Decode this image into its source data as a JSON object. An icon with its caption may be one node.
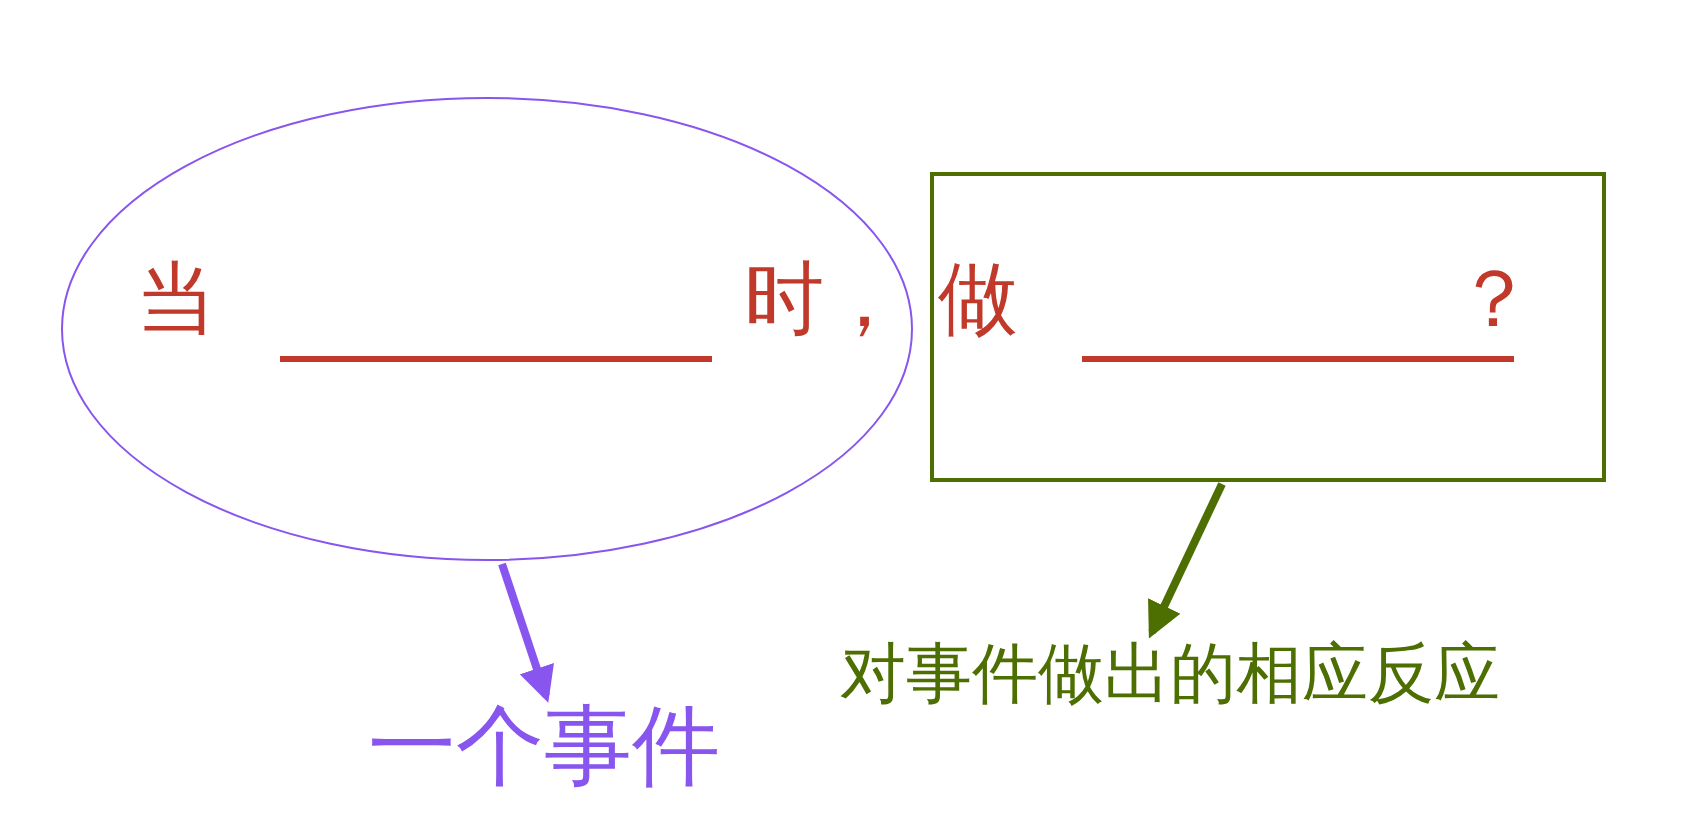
{
  "diagram": {
    "nodes": [
      {
        "text": [
          "当",
          "时，"
        ]
      },
      {
        "text": [
          "做",
          "？"
        ]
      },
      {
        "text": [
          "一个事件"
        ]
      },
      {
        "text": [
          "对事件做出的相应反应"
        ]
      }
    ],
    "edges": [
      {
        "from": 0,
        "to": 2,
        "arrow": "to",
        "color": "#8855ee"
      },
      {
        "from": 1,
        "to": 3,
        "arrow": "to",
        "color": "#4d6e00"
      }
    ]
  }
}
